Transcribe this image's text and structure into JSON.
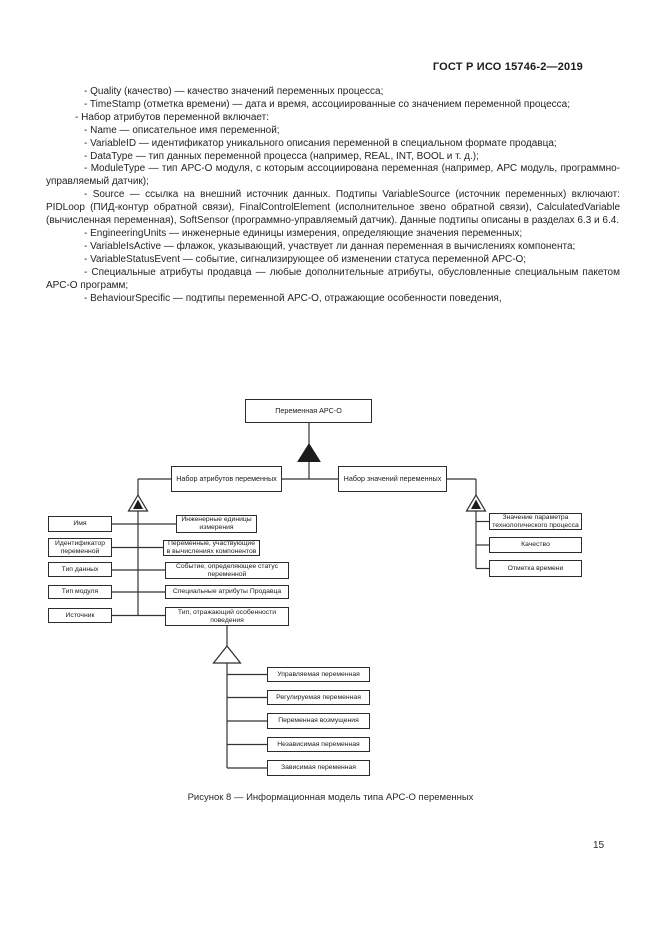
{
  "header": {
    "doc_number": "ГОСТ Р ИСО 15746-2—2019"
  },
  "body": {
    "items": [
      "- Quality (качество) — качество значений переменных процесса;",
      "- TimeStamp (отметка времени) — дата и время, ассоциированные со значением переменной процесса;",
      "- Набор атрибутов переменной включает:",
      "- Name — описательное имя переменной;",
      "- VariableID — идентификатор уникального описания переменной в специальном формате продавца;",
      "- DataType — тип данных переменной процесса (например, REAL, INT, BOOL и т. д.);",
      "- ModuleType — тип АРС-О модуля, с которым ассоциирована переменная (например, АРС модуль, программно-управляемый датчик);",
      "- Source — ссылка на внешний источник данных. Подтипы VariableSource (источник переменных) включают: PIDLoop (ПИД-контур обратной связи), FinalControlElement (исполнительное звено обратной связи), CalculatedVariable (вычисленная переменная), SoftSensor (программно-управляемый датчик). Данные подтипы описаны в разделах 6.3 и 6.4.",
      "- EngineeringUnits — инженерные единицы измерения, определяющие значения переменных;",
      "- VariableIsActive — флажок, указывающий, участвует ли данная переменная в вычислениях компонента;",
      "- VariableStatusEvent — событие, сигнализирующее об изменении статуса переменной АРС-О;",
      "- Специальные атрибуты продавца — любые дополнительные атрибуты, обусловленные специальным пакетом АРС-О программ;",
      "- BehaviourSpecific — подтипы переменной АРС-О, отражающие особенности поведения,"
    ]
  },
  "diagram": {
    "root": "Переменная АРС-О",
    "attr_set": "Набор атрибутов переменных",
    "value_set": "Набор значений переменных",
    "attributes_left": [
      "Имя",
      "Идентификатор переменной",
      "Тип данных",
      "Тип модуля",
      "Источник"
    ],
    "attributes_right": [
      "Инженерные единицы измерения",
      "Переменные, участвующие в вычислениях компонентов",
      "Событие, определяющее статус переменной",
      "Специальные атрибуты Продавца",
      "Тип, отражающий особенности поведения"
    ],
    "value_children": [
      "Значение параметра технологического процесса",
      "Качество",
      "Отметка времени"
    ],
    "behaviour_children": [
      "Управляемая переменная",
      "Регулируемая переменная",
      "Переменная возмущения",
      "Независимая переменная",
      "Зависимая переменная"
    ]
  },
  "figure": {
    "caption": "Рисунок 8 — Информационная модель типа АРС-О переменных"
  },
  "footer": {
    "page_number": "15"
  }
}
